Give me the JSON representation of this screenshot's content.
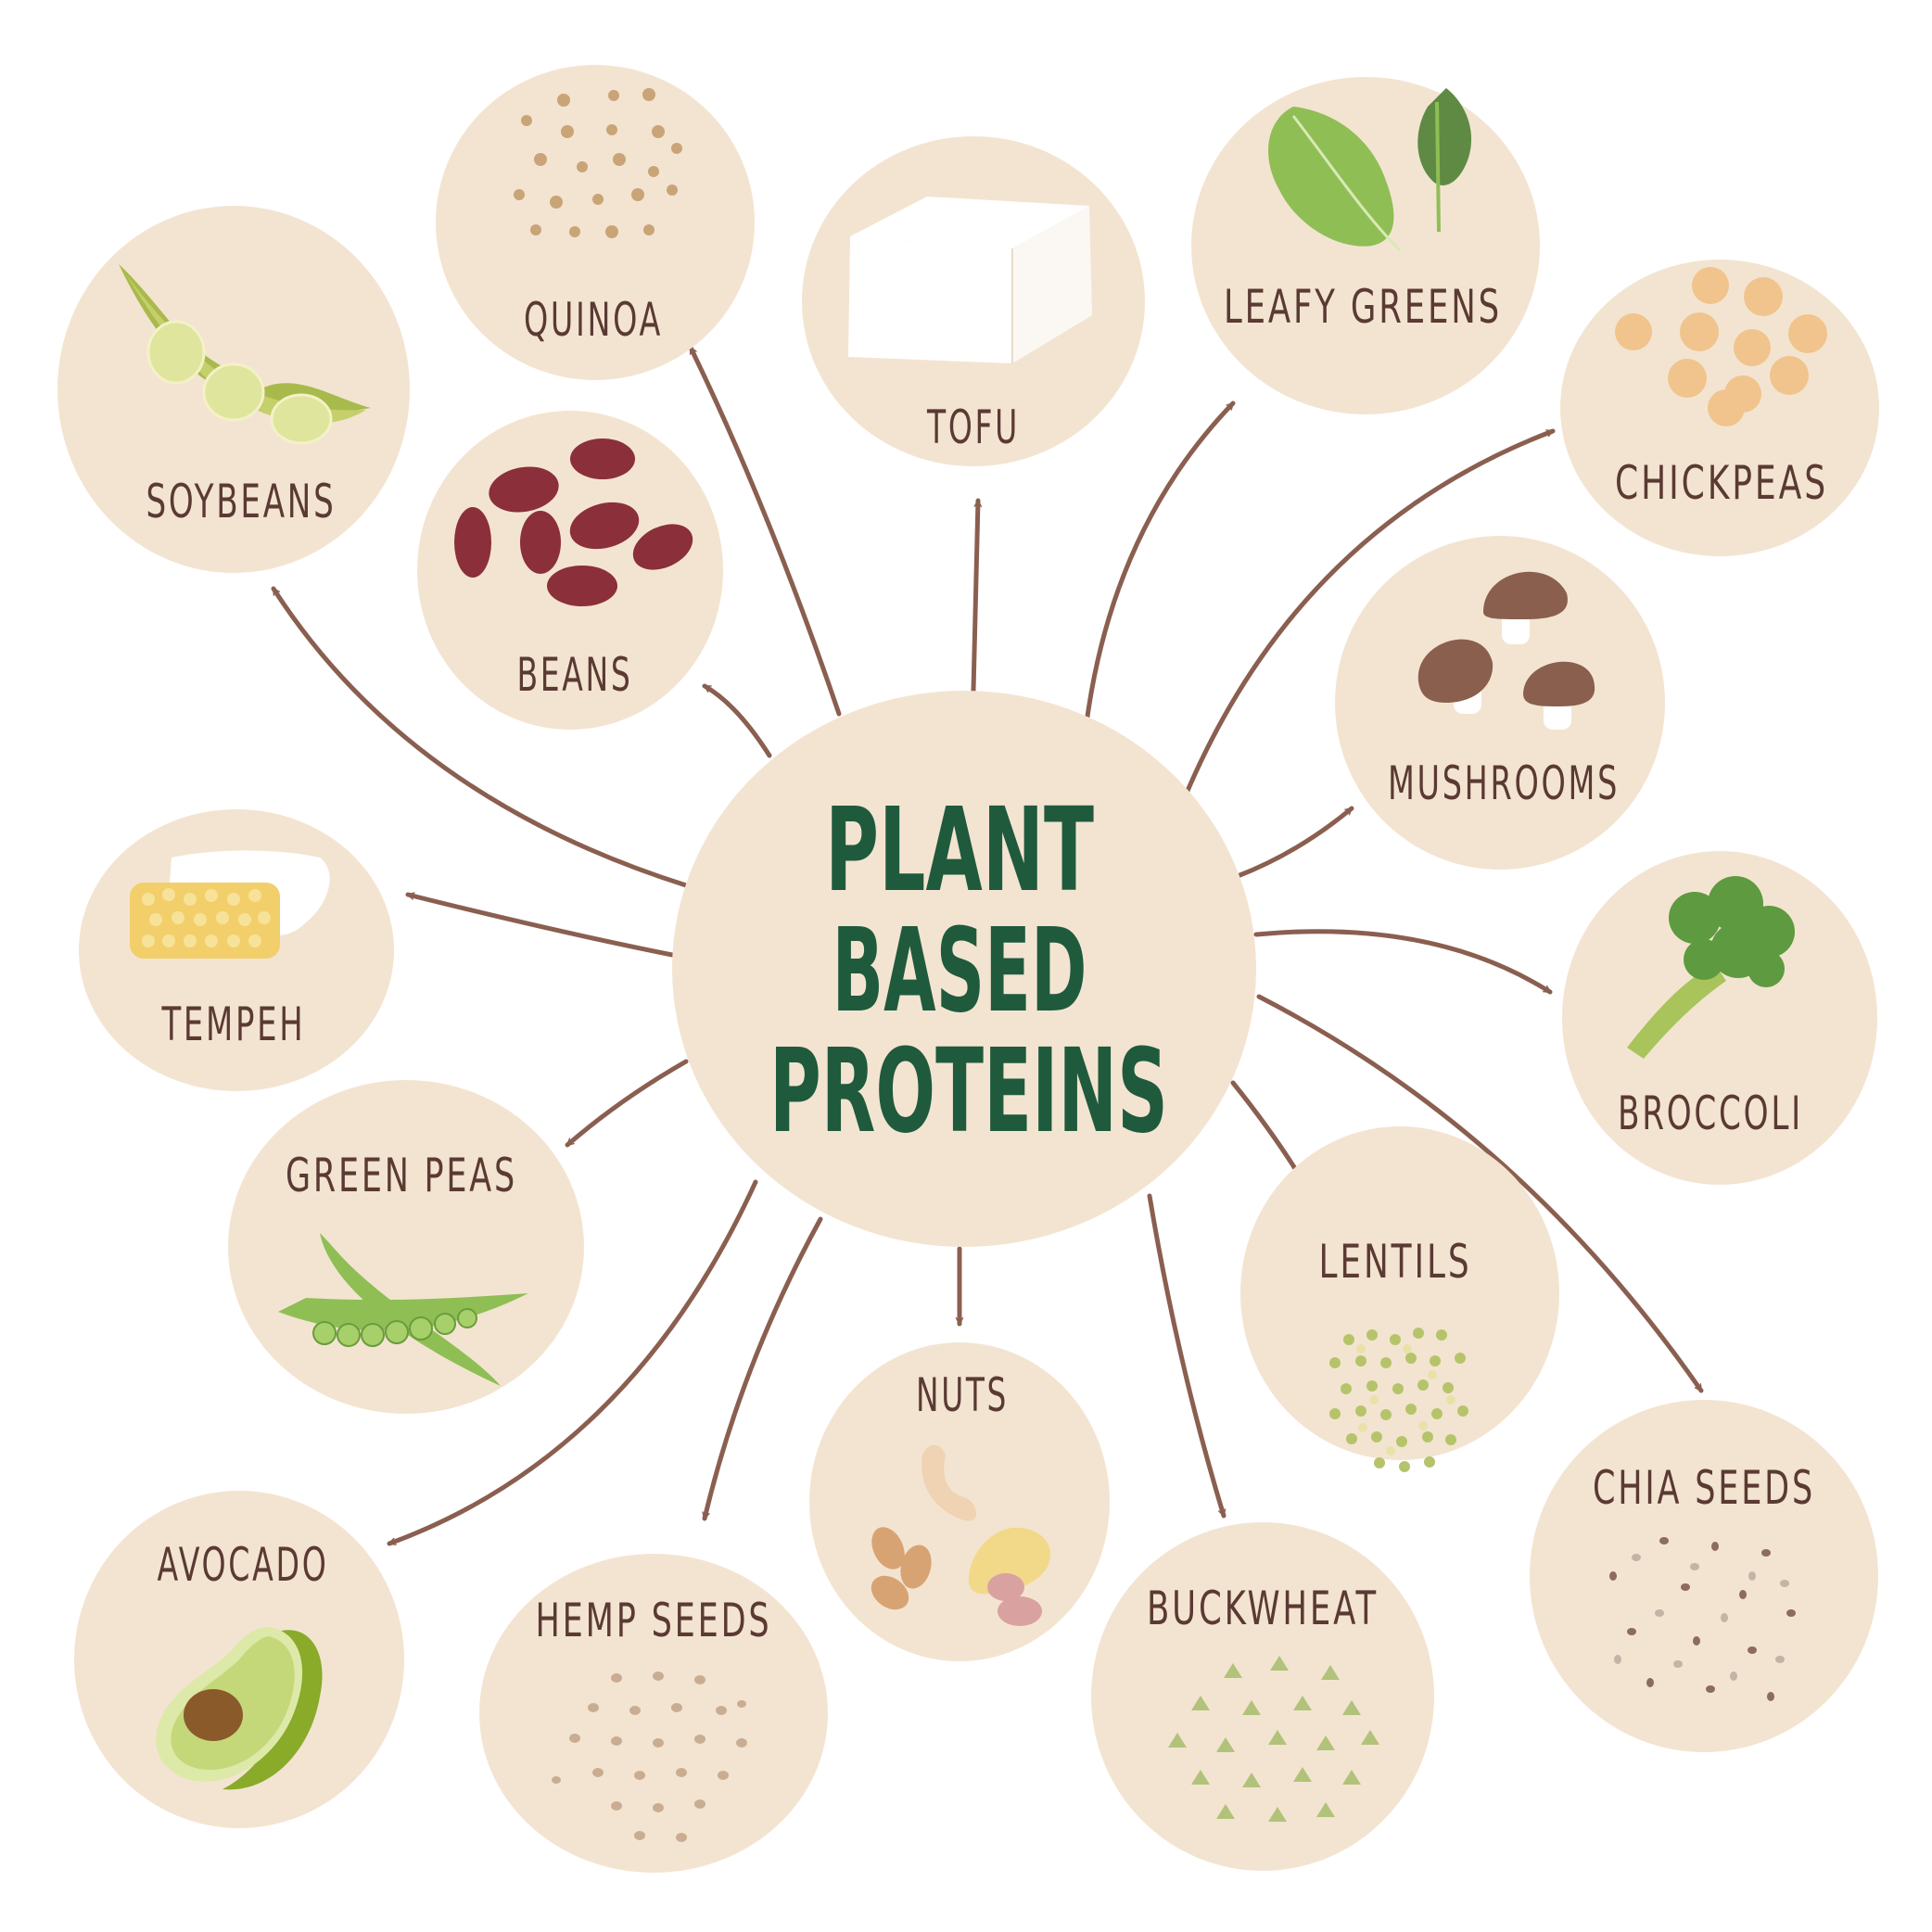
{
  "title_lines": [
    "PLANT",
    "BASED",
    "PROTEINS"
  ],
  "colors": {
    "circle": "#f3e4d1",
    "arrow": "#8a5f50",
    "label": "#5a3a33",
    "title": "#1f5a3c"
  },
  "items": [
    {
      "key": "soybeans",
      "label": "SOYBEANS",
      "icon": "soybean-pod-icon"
    },
    {
      "key": "quinoa",
      "label": "QUINOA",
      "icon": "quinoa-seeds-icon"
    },
    {
      "key": "tofu",
      "label": "TOFU",
      "icon": "tofu-block-icon"
    },
    {
      "key": "leafy_greens",
      "label": "LEAFY GREENS",
      "icon": "leaf-icon"
    },
    {
      "key": "chickpeas",
      "label": "CHICKPEAS",
      "icon": "chickpea-icon"
    },
    {
      "key": "beans",
      "label": "BEANS",
      "icon": "kidney-bean-icon"
    },
    {
      "key": "mushrooms",
      "label": "MUSHROOMS",
      "icon": "mushroom-icon"
    },
    {
      "key": "tempeh",
      "label": "TEMPEH",
      "icon": "tempeh-icon"
    },
    {
      "key": "broccoli",
      "label": "BROCCOLI",
      "icon": "broccoli-icon"
    },
    {
      "key": "green_peas",
      "label": "GREEN PEAS",
      "icon": "pea-pod-icon"
    },
    {
      "key": "lentils",
      "label": "LENTILS",
      "icon": "lentils-icon"
    },
    {
      "key": "nuts",
      "label": "NUTS",
      "icon": "nuts-icon"
    },
    {
      "key": "chia_seeds",
      "label": "CHIA SEEDS",
      "icon": "chia-seeds-icon"
    },
    {
      "key": "avocado",
      "label": "AVOCADO",
      "icon": "avocado-icon"
    },
    {
      "key": "hemp_seeds",
      "label": "HEMP SEEDS",
      "icon": "hemp-seeds-icon"
    },
    {
      "key": "buckwheat",
      "label": "BUCKWHEAT",
      "icon": "buckwheat-icon"
    }
  ]
}
